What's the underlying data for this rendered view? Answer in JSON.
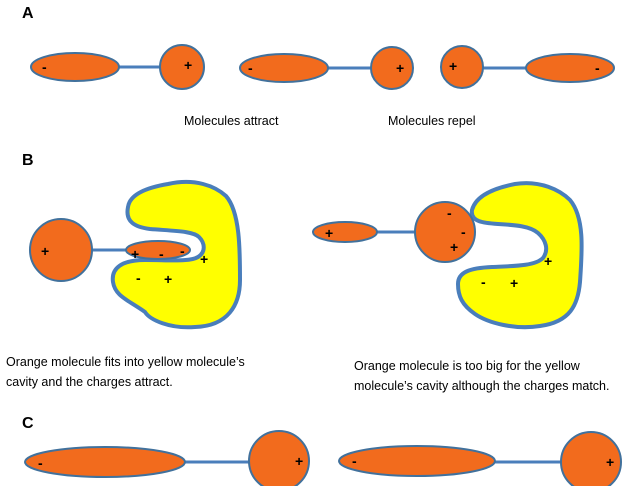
{
  "sections": {
    "a": "A",
    "b": "B",
    "c": "C"
  },
  "captions": {
    "attract": "Molecules attract",
    "repel": "Molecules repel",
    "fits_line1": "Orange molecule fits into yellow molecule’s",
    "fits_line2": "cavity and the charges attract.",
    "toobig_line1": "Orange molecule is too big for the yellow",
    "toobig_line2": "molecule’s cavity although the charges match."
  },
  "charges": {
    "neg": "-",
    "pos": "+"
  },
  "colors": {
    "molecule_fill": "#f26b1d",
    "host_fill": "#ffff00",
    "outline": "#4a7ebb"
  }
}
